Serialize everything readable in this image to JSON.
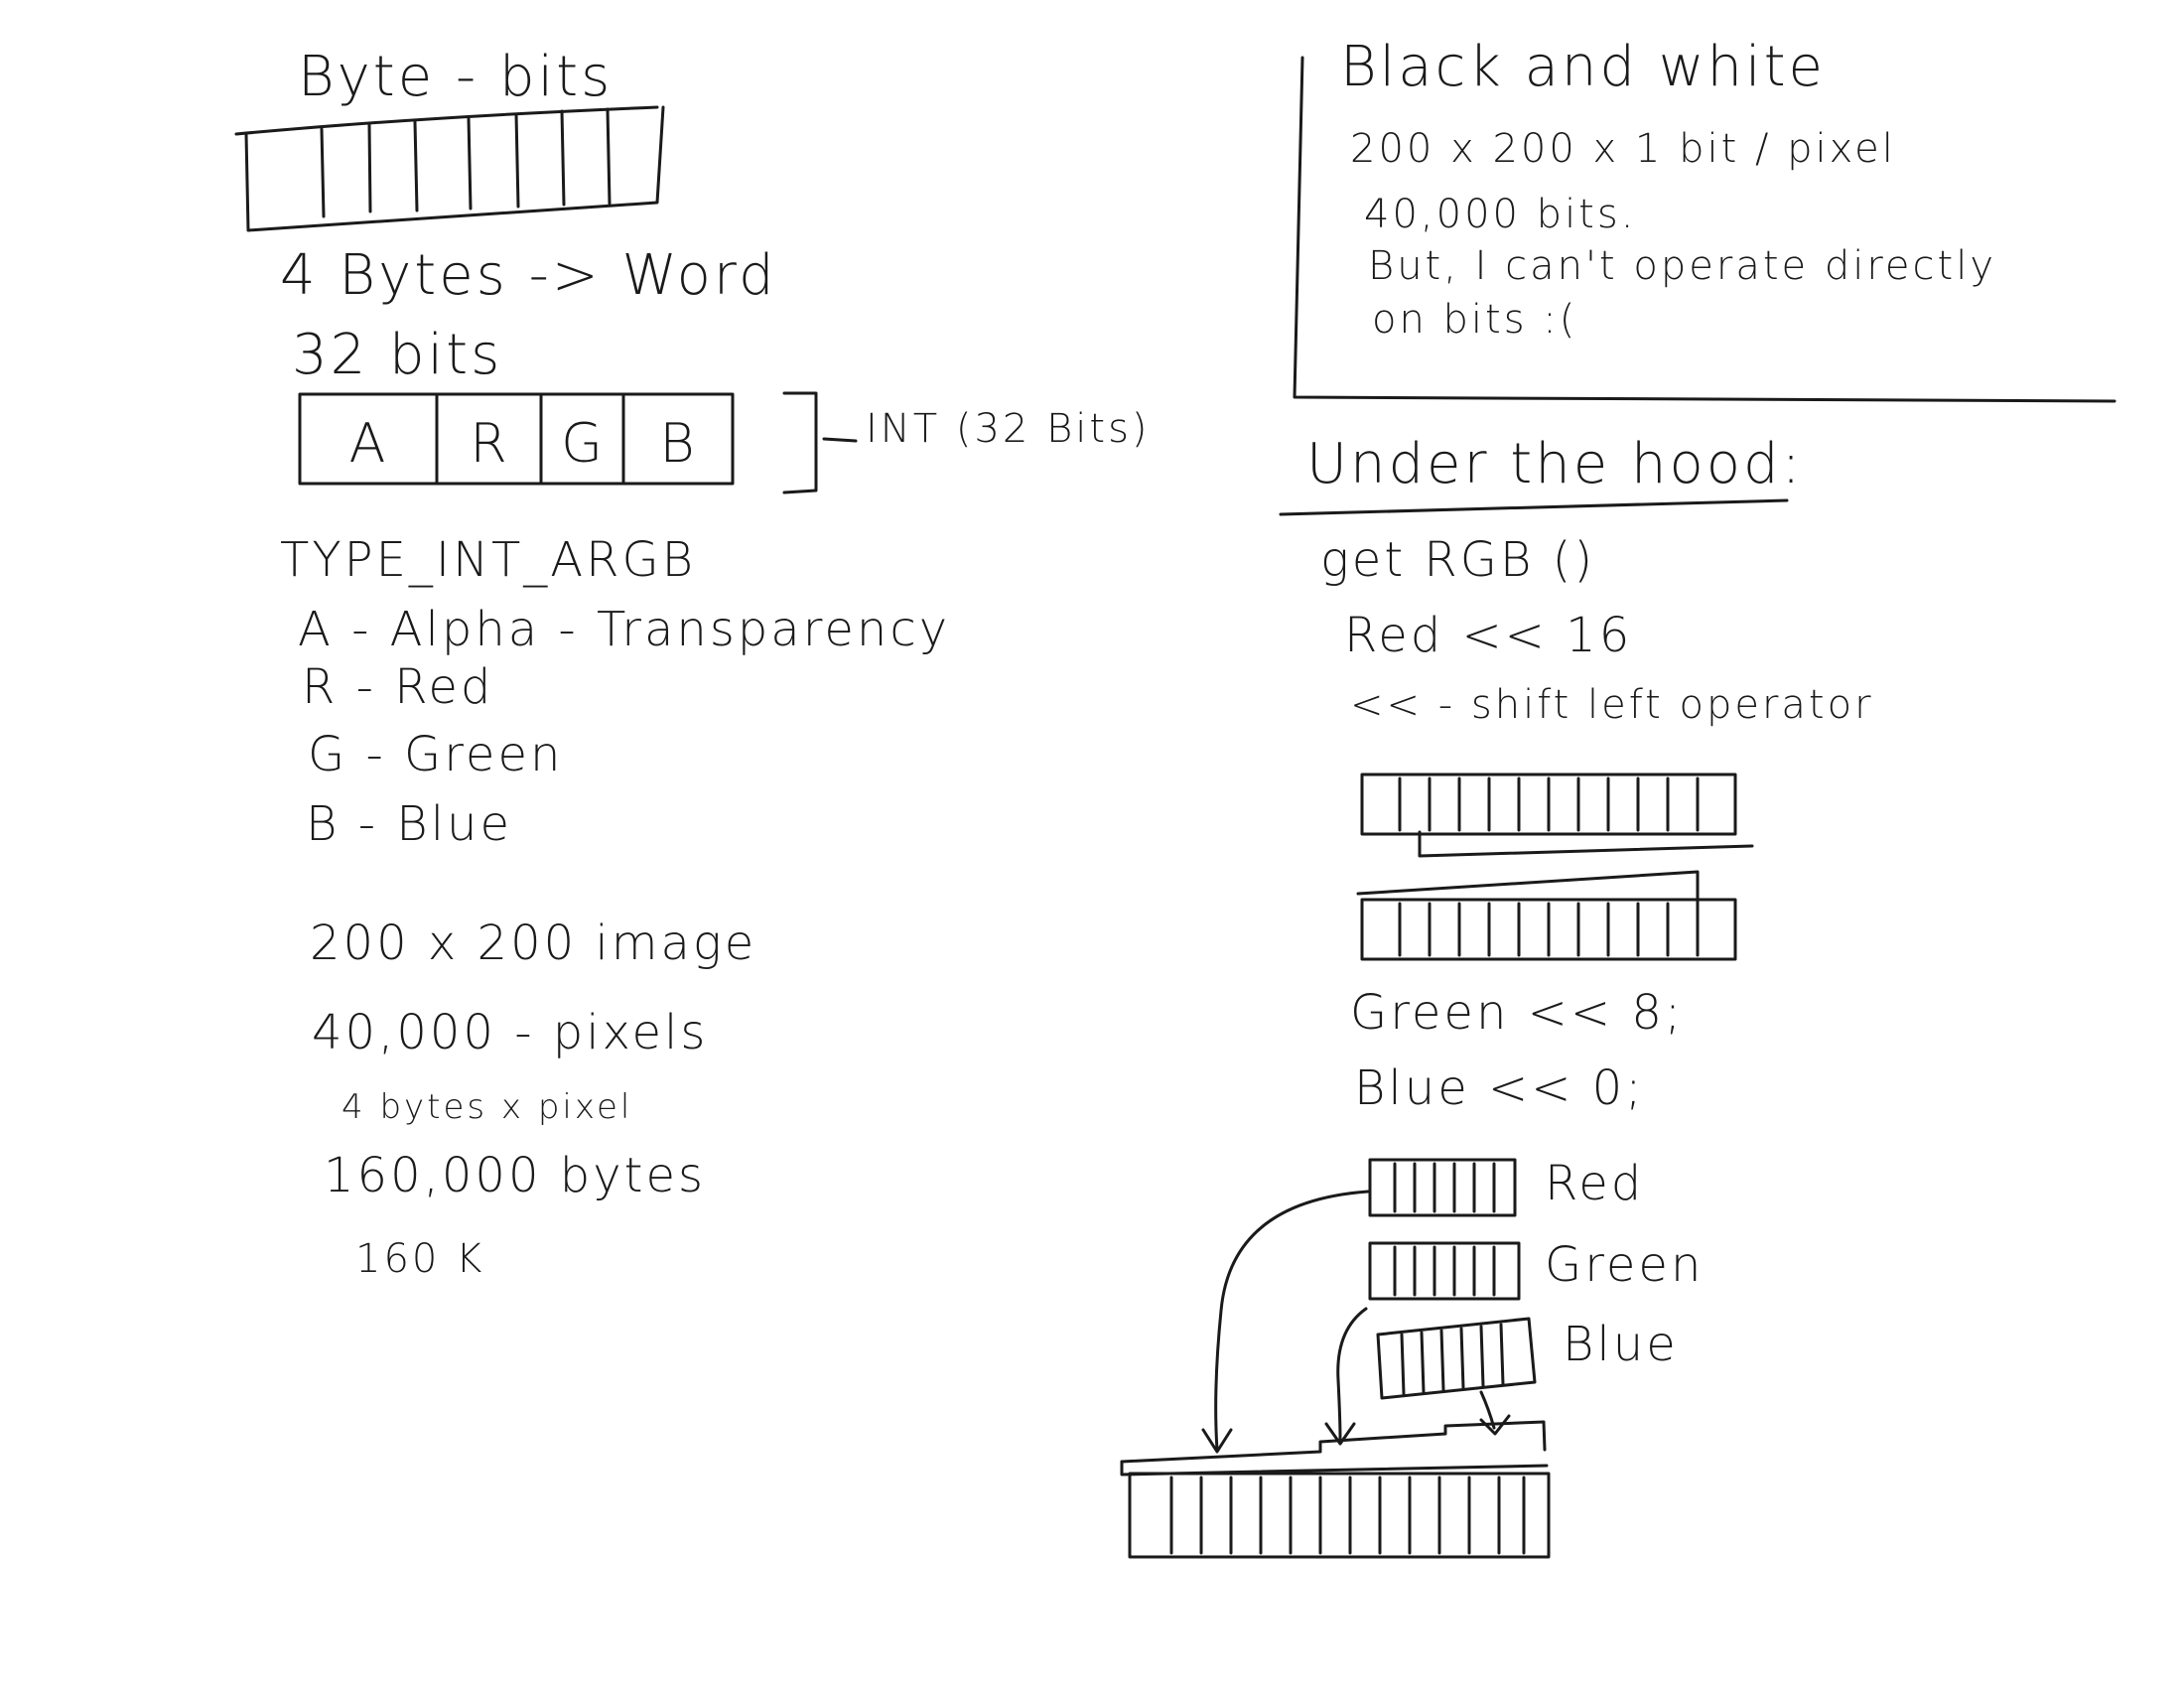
{
  "left": {
    "byte_title": "Byte - bits",
    "word_line": "4 Bytes -> Word",
    "bits_line": "32 bits",
    "argb_cells": [
      "A",
      "R",
      "G",
      "B"
    ],
    "int_label": "INT (32 Bits)",
    "type_label": "TYPE_INT_ARGB",
    "channels": [
      "A - Alpha - Transparency",
      "R - Red",
      "G - Green",
      "B - Blue"
    ],
    "image_calc": [
      "200 x 200 image",
      "40,000 - pixels",
      "4 bytes x pixel",
      "160,000 bytes",
      "160 K"
    ]
  },
  "right": {
    "bw_title": "Black and white",
    "bw_lines": [
      "200 x 200 x 1 bit / pixel",
      "40,000 bits.",
      "But, I can't operate directly",
      "on bits :("
    ],
    "hood_title": "Under the hood:",
    "hood_lines": [
      "get RGB ()",
      "Red << 16",
      "<< - shift left operator"
    ],
    "shift_lines": [
      "Green << 8;",
      "Blue << 0;"
    ],
    "channel_labels": [
      "Red",
      "Green",
      "Blue"
    ]
  }
}
